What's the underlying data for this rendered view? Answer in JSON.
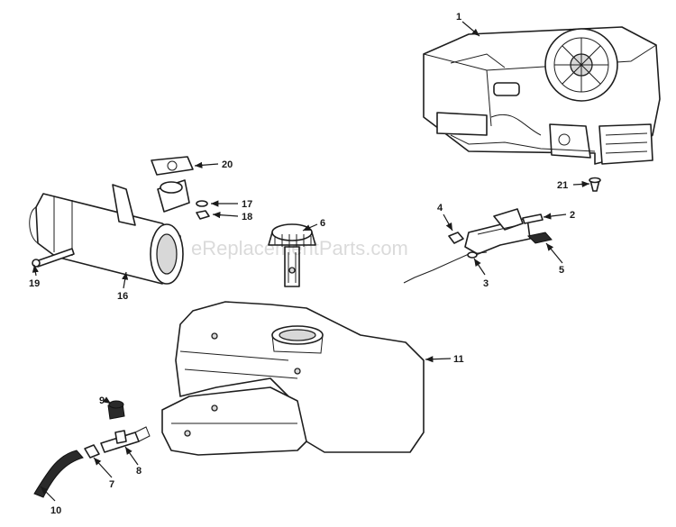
{
  "watermark": "eReplacementParts.com",
  "callouts": {
    "c1": "1",
    "c2": "2",
    "c3": "3",
    "c4": "4",
    "c5": "5",
    "c6": "6",
    "c7": "7",
    "c8": "8",
    "c9": "9",
    "c10": "10",
    "c11": "11",
    "c16": "16",
    "c17": "17",
    "c18": "18",
    "c19": "19",
    "c20": "20",
    "c21": "21"
  }
}
